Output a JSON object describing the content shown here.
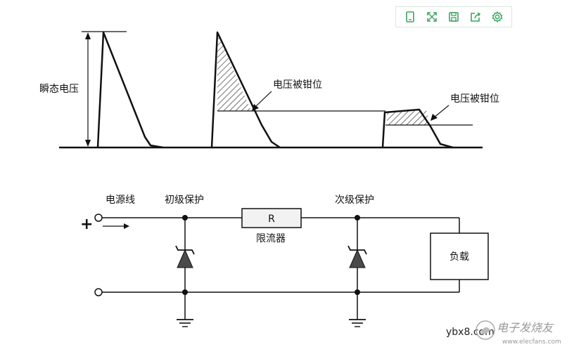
{
  "toolbar": {
    "items": [
      {
        "icon": "phone-view-icon"
      },
      {
        "icon": "fullscreen-icon"
      },
      {
        "icon": "save-icon"
      },
      {
        "icon": "share-icon"
      },
      {
        "icon": "settings-icon"
      }
    ],
    "color": "#3aa35f"
  },
  "waveform": {
    "transient_label": "瞬态电压",
    "clamp_label_1": "电压被钳位",
    "clamp_label_2": "电压被钳位"
  },
  "circuit": {
    "power_line_label": "电源线",
    "primary_label": "初级保护",
    "secondary_label": "次级保护",
    "resistor_symbol": "R",
    "limiter_label": "限流器",
    "load_label": "负载",
    "plus_sign": "+"
  },
  "watermark": {
    "site": "ybx8.com",
    "brand": "电子发烧友",
    "url": "www.elecfans.com"
  }
}
